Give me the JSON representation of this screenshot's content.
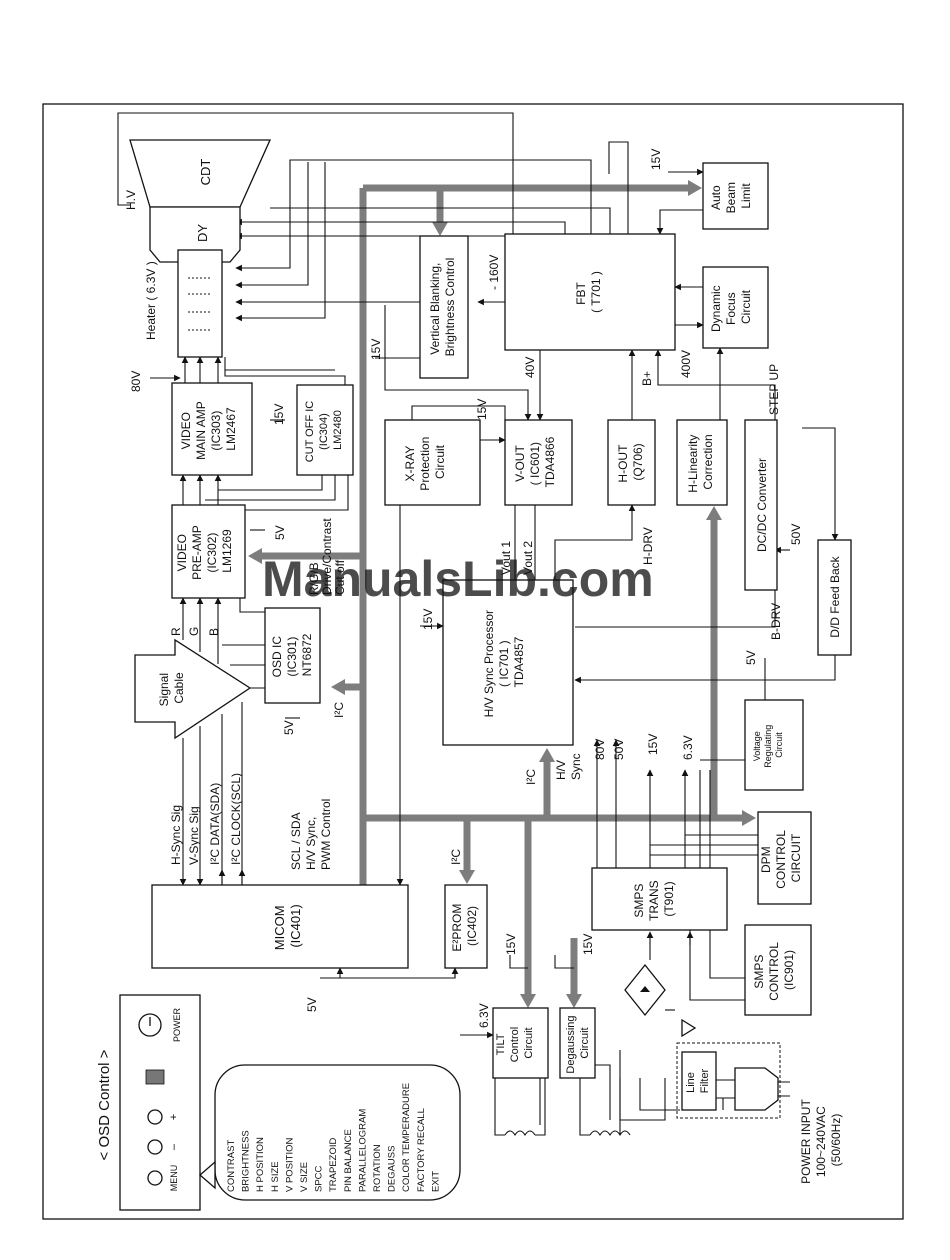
{
  "watermark": "ManualsLib.com",
  "osd_panel": {
    "title": "< OSD Control >",
    "buttons": {
      "menu": "MENU",
      "minus": "–",
      "plus": "+",
      "power": "POWER"
    },
    "menu_items": [
      "CONTRAST",
      "BRIGHTNESS",
      "H POSITION",
      "H SIZE",
      "V POSITION",
      "V SIZE",
      "SPCC",
      "TRAPEZOID",
      "PIN BALANCE",
      "PARALLELOGRAM",
      "ROTATION",
      "DEGAUSS",
      "COLOR TEMPERADURE",
      "FACTORY RECALL",
      "EXIT"
    ]
  },
  "blocks": {
    "micom": [
      "MICOM",
      "(IC401)"
    ],
    "eeprom": [
      "E²PROM",
      "(IC402)"
    ],
    "tilt": [
      "TILT",
      "Control",
      "Circuit"
    ],
    "degauss": [
      "Degaussing",
      "Circuit"
    ],
    "smps_ctrl": [
      "SMPS",
      "CONTROL",
      "(IC901)"
    ],
    "smps_trans": [
      "SMPS",
      "TRANS",
      "(T901)"
    ],
    "dpm": [
      "DPM",
      "CONTROL",
      "CIRCUIT"
    ],
    "vreg": [
      "Voltage",
      "Regulating",
      "Circuit"
    ],
    "dd_feedback": [
      "D/D Feed Back"
    ],
    "dcdc": [
      "DC/DC Converter"
    ],
    "hlin": [
      "H-Linearity",
      "Correction"
    ],
    "hout": [
      "H-OUT",
      "(Q706)"
    ],
    "vout": [
      "V-OUT",
      "( IC601)",
      "TDA4866"
    ],
    "xray": [
      "X-RAY",
      "Protection",
      "Circuit"
    ],
    "hv_sync": [
      "H/V Sync Processor",
      "( IC701 )",
      "TDA4857"
    ],
    "osd_ic": [
      "OSD IC",
      "(IC301)",
      "NT6872"
    ],
    "preamp": [
      "VIDEO",
      "PRE-AMP",
      "(IC302)",
      "LM1269"
    ],
    "main_amp": [
      "VIDEO",
      "MAIN AMP",
      "(IC303)",
      "LM2467"
    ],
    "cutoff": [
      "CUT OFF IC",
      "(IC304)",
      "LM2480"
    ],
    "vblank": [
      "Vertical Blanking,",
      "Brightness Control"
    ],
    "fbt": [
      "FBT",
      "( T701 )"
    ],
    "abl": [
      "Auto",
      "Beam",
      "Limit"
    ],
    "dyn_focus": [
      "Dynamic",
      "Focus",
      "Circuit"
    ],
    "cdt": "CDT",
    "dy": "DY",
    "line_filter": [
      "Line",
      "Filter"
    ]
  },
  "signal_cable": [
    "Signal",
    "Cable"
  ],
  "labels": {
    "hsync_sig": "H-Sync Sig",
    "vsync_sig": "V-Sync Sig",
    "i2c_data": "I²C DATA(SDA)",
    "i2c_clock": "I²C CLOCK(SCL)",
    "r": "R",
    "g": "G",
    "b": "B",
    "scl_sda": [
      "SCL / SDA",
      "H/V Sync,",
      "PWM Control"
    ],
    "i2c": "I²C",
    "hv_sync_lbl": [
      "H/V",
      "Sync"
    ],
    "rgb_drive": [
      "R/G/B",
      "Drive/Contrast",
      "Cut off"
    ],
    "power_input": [
      "POWER INPUT",
      "100~240VAC",
      "(50/60Hz)"
    ],
    "v5": "5V",
    "v15": "15V",
    "v63": "6.3V",
    "v80": "80V",
    "v50": "50V",
    "v40": "40V",
    "v400": "400V",
    "vm160": "- 160V",
    "bplus": "B+",
    "step_up": "STEP UP",
    "b_drv": "B-DRV",
    "h_drv": "H-DRV",
    "vout1": "Vout 1",
    "vout2": "Vout 2",
    "heater": "Heater ( 6.3V )",
    "hv": "H.V"
  }
}
